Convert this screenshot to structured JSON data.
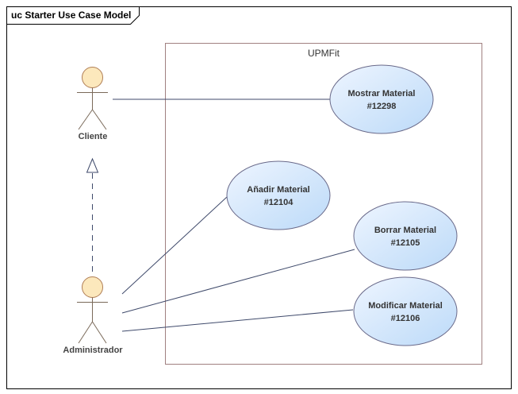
{
  "frame": {
    "title": "uc Starter Use Case Model"
  },
  "system": {
    "name": "UPMFit"
  },
  "actors": [
    {
      "id": "cliente",
      "label": "Cliente"
    },
    {
      "id": "administrador",
      "label": "Administrador"
    }
  ],
  "use_cases": [
    {
      "id": "mostrar",
      "line1": "Mostrar Material",
      "line2": "#12298"
    },
    {
      "id": "anadir",
      "line1": "Añadir Material",
      "line2": "#12104"
    },
    {
      "id": "borrar",
      "line1": "Borrar Material",
      "line2": "#12105"
    },
    {
      "id": "modificar",
      "line1": "Modificar Material",
      "line2": "#12106"
    }
  ],
  "colors": {
    "actor_fill": "#FCE8BC",
    "actor_stroke": "#B07E55",
    "usecase_fill_light": "#EEF5FF",
    "usecase_fill_dark": "#BCDAF8",
    "usecase_stroke": "#6A6A8A",
    "boundary_stroke": "#A08080",
    "line": "#3F4A6B"
  }
}
